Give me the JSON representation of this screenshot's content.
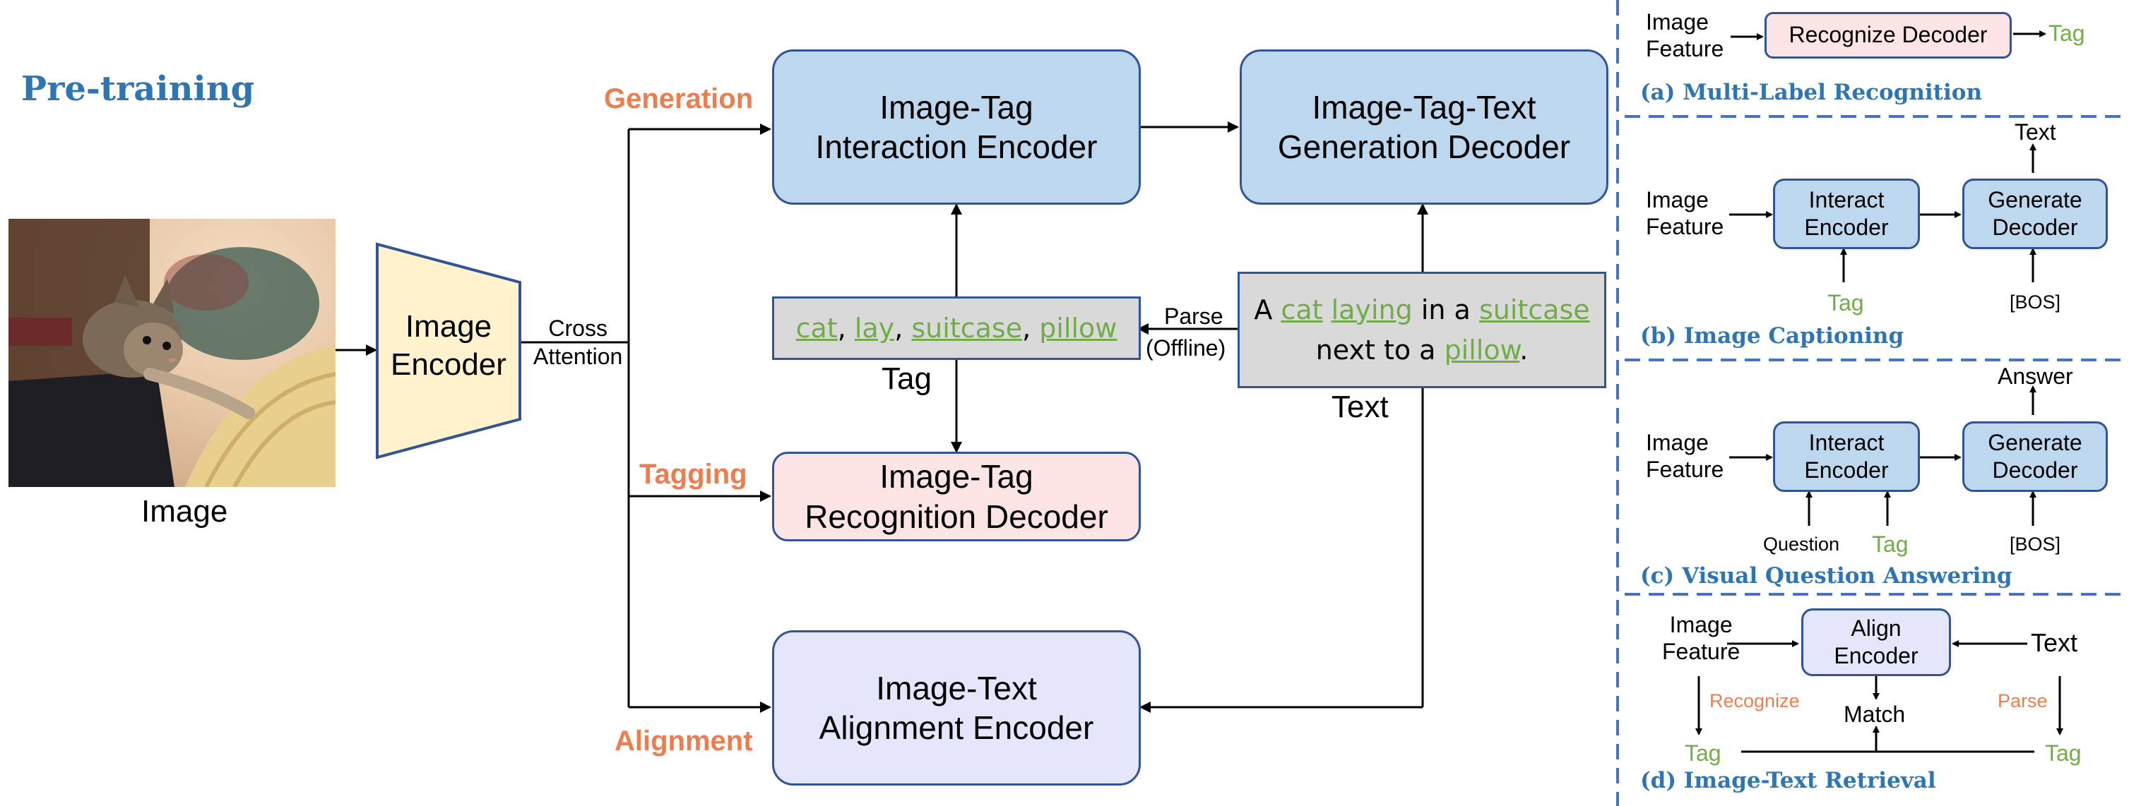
{
  "pretraining": {
    "title": "Pre-training",
    "image_caption": "Image",
    "image_encoder": "Image\nEncoder",
    "cross_attention": "Cross\nAttention",
    "generation": "Generation",
    "tagging": "Tagging",
    "alignment": "Alignment",
    "interaction_encoder": "Image-Tag\nInteraction Encoder",
    "generation_decoder": "Image-Tag-Text\nGeneration Decoder",
    "recognition_decoder": "Image-Tag\nRecognition Decoder",
    "alignment_encoder": "Image-Text\nAlignment Encoder",
    "tags": [
      "cat",
      "lay",
      "suitcase",
      "pillow"
    ],
    "tag_label": "Tag",
    "parse": "Parse",
    "offline": "(Offline)",
    "text_label": "Text",
    "sentence": {
      "w1": "A",
      "w2": "cat",
      "w3": "laying",
      "w4": "in a",
      "w5": "suitcase",
      "w6": "next to a",
      "w7": "pillow",
      "w8": "."
    }
  },
  "panel_a": {
    "input": "Image\nFeature",
    "decoder": "Recognize Decoder",
    "output": "Tag",
    "caption": "(a) Multi-Label Recognition"
  },
  "panel_b": {
    "input": "Image\nFeature",
    "encoder": "Interact\nEncoder",
    "decoder": "Generate\nDecoder",
    "output": "Text",
    "tag": "Tag",
    "bos": "[BOS]",
    "caption": "(b) Image Captioning"
  },
  "panel_c": {
    "input": "Image\nFeature",
    "encoder": "Interact\nEncoder",
    "decoder": "Generate\nDecoder",
    "output": "Answer",
    "question": "Question",
    "tag": "Tag",
    "bos": "[BOS]",
    "caption": "(c) Visual Question Answering"
  },
  "panel_d": {
    "input": "Image\nFeature",
    "encoder": "Align\nEncoder",
    "text": "Text",
    "recognize": "Recognize",
    "match": "Match",
    "parse": "Parse",
    "tag_left": "Tag",
    "tag_right": "Tag",
    "caption": "(d) Image-Text Retrieval"
  },
  "colors": {
    "arrow": "#000000",
    "border": "#2f5597",
    "caption_blue": "#2e75b6",
    "orange": "#ed7d4e",
    "green": "#70ad47",
    "dash": "#4472c4"
  }
}
